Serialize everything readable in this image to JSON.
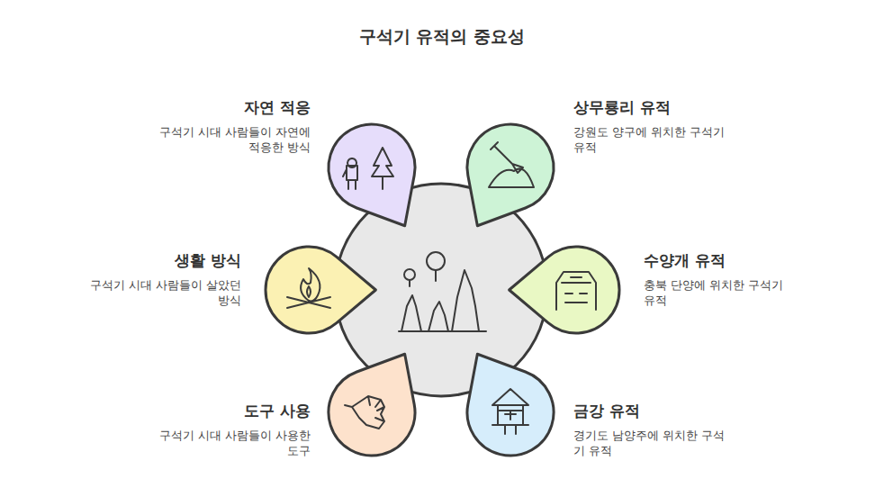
{
  "diagram": {
    "title": "구석기 유적의 중요성",
    "nodes": [
      {
        "text": [
          "자연 적응",
          "구석기 시대 사람들이 자연에 적응한 방식"
        ]
      },
      {
        "text": [
          "상무룡리 유적",
          "강원도 양구에 위치한 구석기 유적"
        ]
      },
      {
        "text": [
          "생활 방식",
          "구석기 시대 사람들이 살았던 방식"
        ]
      },
      {
        "text": [
          "수양개 유적",
          "충북 단양에 위치한 구석기 유적"
        ]
      },
      {
        "text": [
          "도구 사용",
          "구석기 시대 사람들이 사용한 도구"
        ]
      },
      {
        "text": [
          "금강 유적",
          "경기도 남양주에 위치한 구석기 유적"
        ]
      }
    ]
  }
}
